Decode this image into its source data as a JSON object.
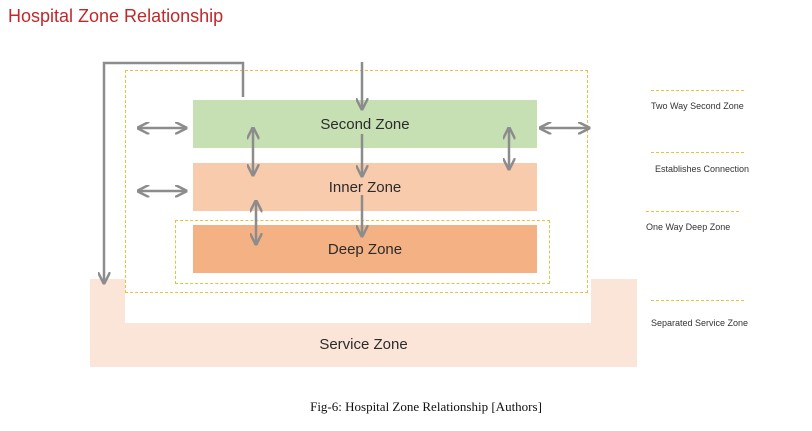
{
  "title": "Hospital Zone Relationship",
  "zones": {
    "second": "Second Zone",
    "inner": "Inner Zone",
    "deep": "Deep Zone",
    "service": "Service Zone"
  },
  "legend": [
    {
      "label": "Two Way Second Zone"
    },
    {
      "label": "Establishes Connection"
    },
    {
      "label": "One Way Deep Zone"
    },
    {
      "label": "Separated Service Zone"
    }
  ],
  "caption": "Fig-6: Hospital Zone Relationship [Authors]",
  "colors": {
    "title": "#c0282b",
    "second_zone": "#c6e0b4",
    "inner_zone": "#f8cbad",
    "deep_zone": "#f4b183",
    "service_zone": "#fbe5d9",
    "dashed_border": "#e8c23a",
    "arrow": "#8c8c8c"
  }
}
